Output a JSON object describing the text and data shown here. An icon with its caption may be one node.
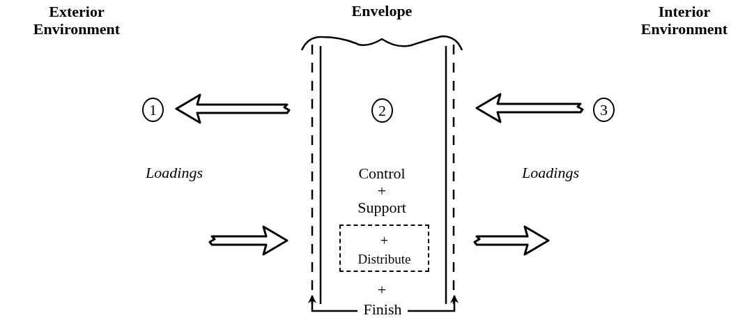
{
  "diagram": {
    "nodes": [
      {
        "text": [
          "1"
        ]
      },
      {
        "text": [
          "Envelope",
          "Control",
          "+",
          "Support",
          "+"
        ]
      },
      {
        "text": [
          "2"
        ],
        "in": 1
      },
      {
        "text": [
          "+",
          "Distribute"
        ],
        "in": 1
      },
      {
        "text": [
          "Finish"
        ]
      },
      {
        "text": [
          "3"
        ]
      }
    ],
    "edges": [
      {
        "from": 1,
        "to": 0,
        "arrow": "to"
      },
      {
        "from": null,
        "to": 1,
        "arrow": "to"
      },
      {
        "from": 5,
        "to": 1,
        "arrow": "to"
      },
      {
        "from": 1,
        "to": null,
        "arrow": "to"
      },
      {
        "from": 4,
        "to": 1,
        "arrow": "to"
      },
      {
        "from": 4,
        "to": 1,
        "arrow": "to"
      }
    ],
    "labels": [
      "Exterior Environment",
      "Interior Environment",
      "Loadings",
      "Loadings"
    ]
  }
}
